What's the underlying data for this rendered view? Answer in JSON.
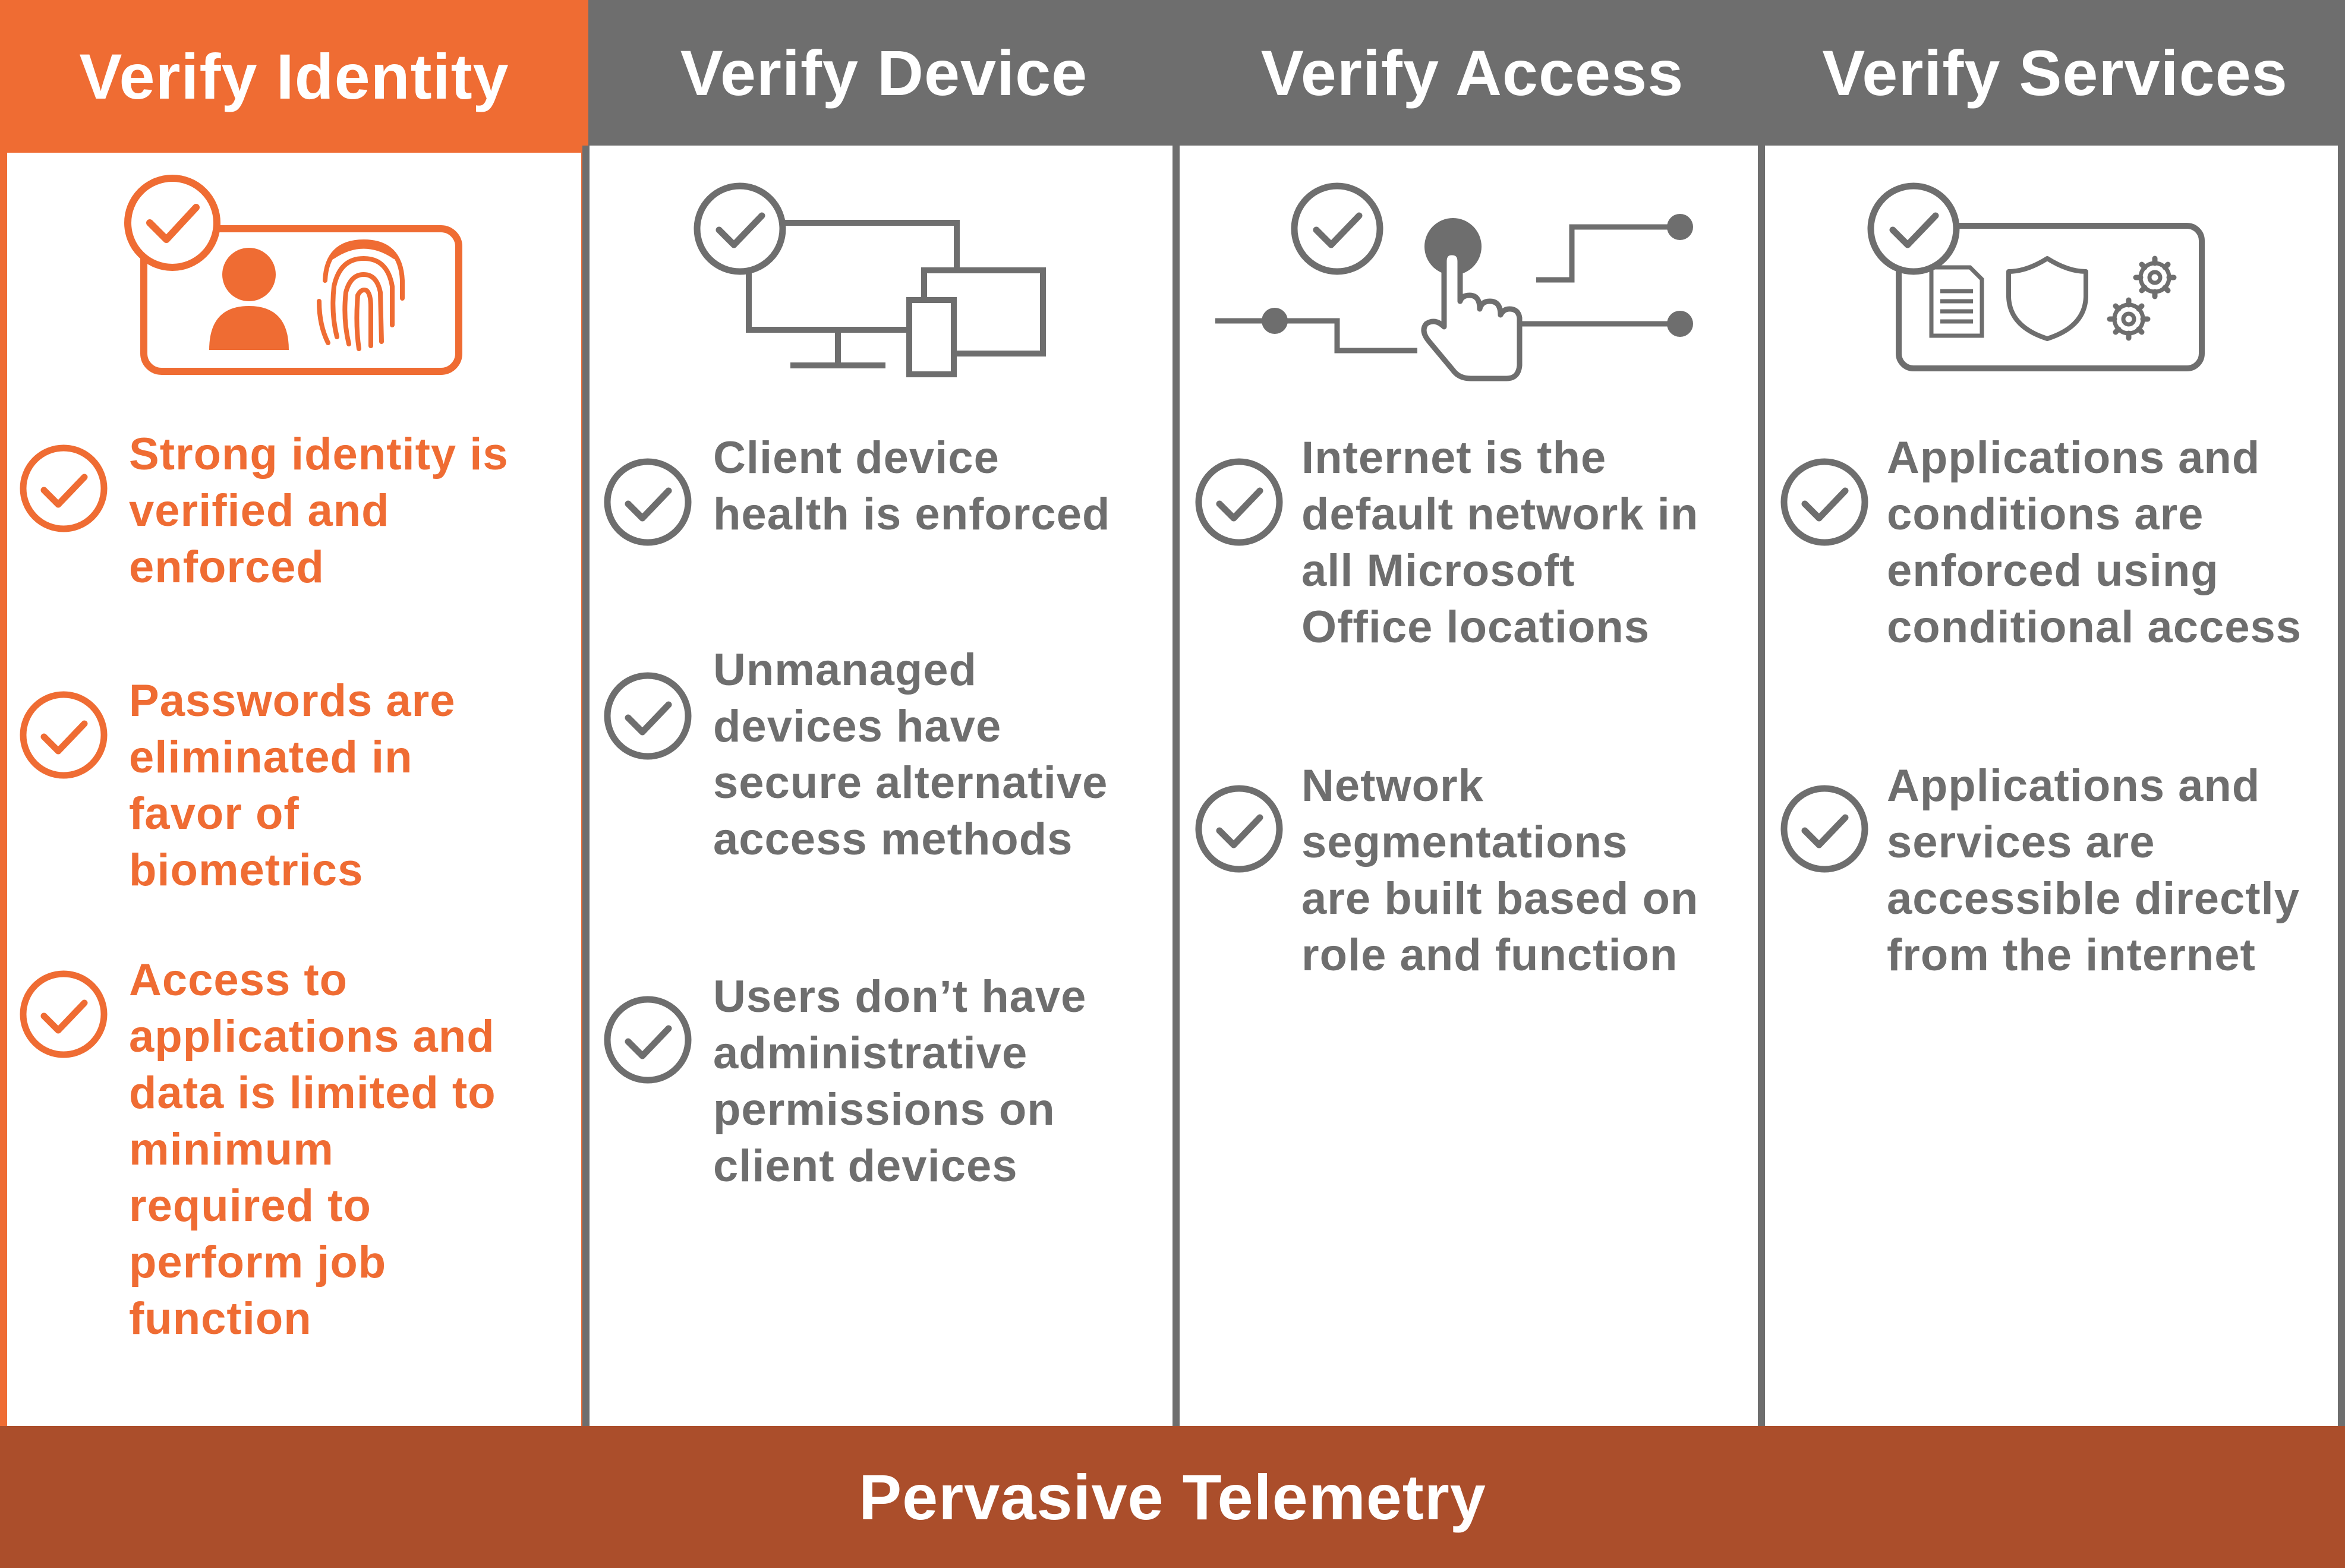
{
  "colors": {
    "accent": "#ef6c33",
    "header_gray": "#6e6e6e",
    "footer": "#ab4e2b",
    "text_gray": "#6e6e6e"
  },
  "columns": [
    {
      "title": "Verify Identity",
      "icon": "identity-card-icon",
      "items": [
        "Strong identity is\nverified and\nenforced",
        "Passwords are\neliminated in\nfavor of\nbiometrics",
        "Access to\napplications and\ndata is limited to\nminimum\nrequired to\nperform job\nfunction"
      ]
    },
    {
      "title": "Verify Device",
      "icon": "devices-icon",
      "items": [
        "Client device\nhealth is enforced",
        "Unmanaged\ndevices have\nsecure alternative\naccess methods",
        "Users don’t have\nadministrative\npermissions on\nclient devices"
      ]
    },
    {
      "title": "Verify Access",
      "icon": "network-touch-icon",
      "items": [
        "Internet is the\ndefault network in\nall Microsoft\nOffice locations",
        "Network\nsegmentations\nare built based on\nrole and function"
      ]
    },
    {
      "title": "Verify Services",
      "icon": "services-panel-icon",
      "items": [
        "Applications and\nconditions are\nenforced using\nconditional access",
        "Applications and\nservices are\naccessible directly\nfrom the internet"
      ]
    }
  ],
  "footer": {
    "label": "Pervasive Telemetry"
  }
}
